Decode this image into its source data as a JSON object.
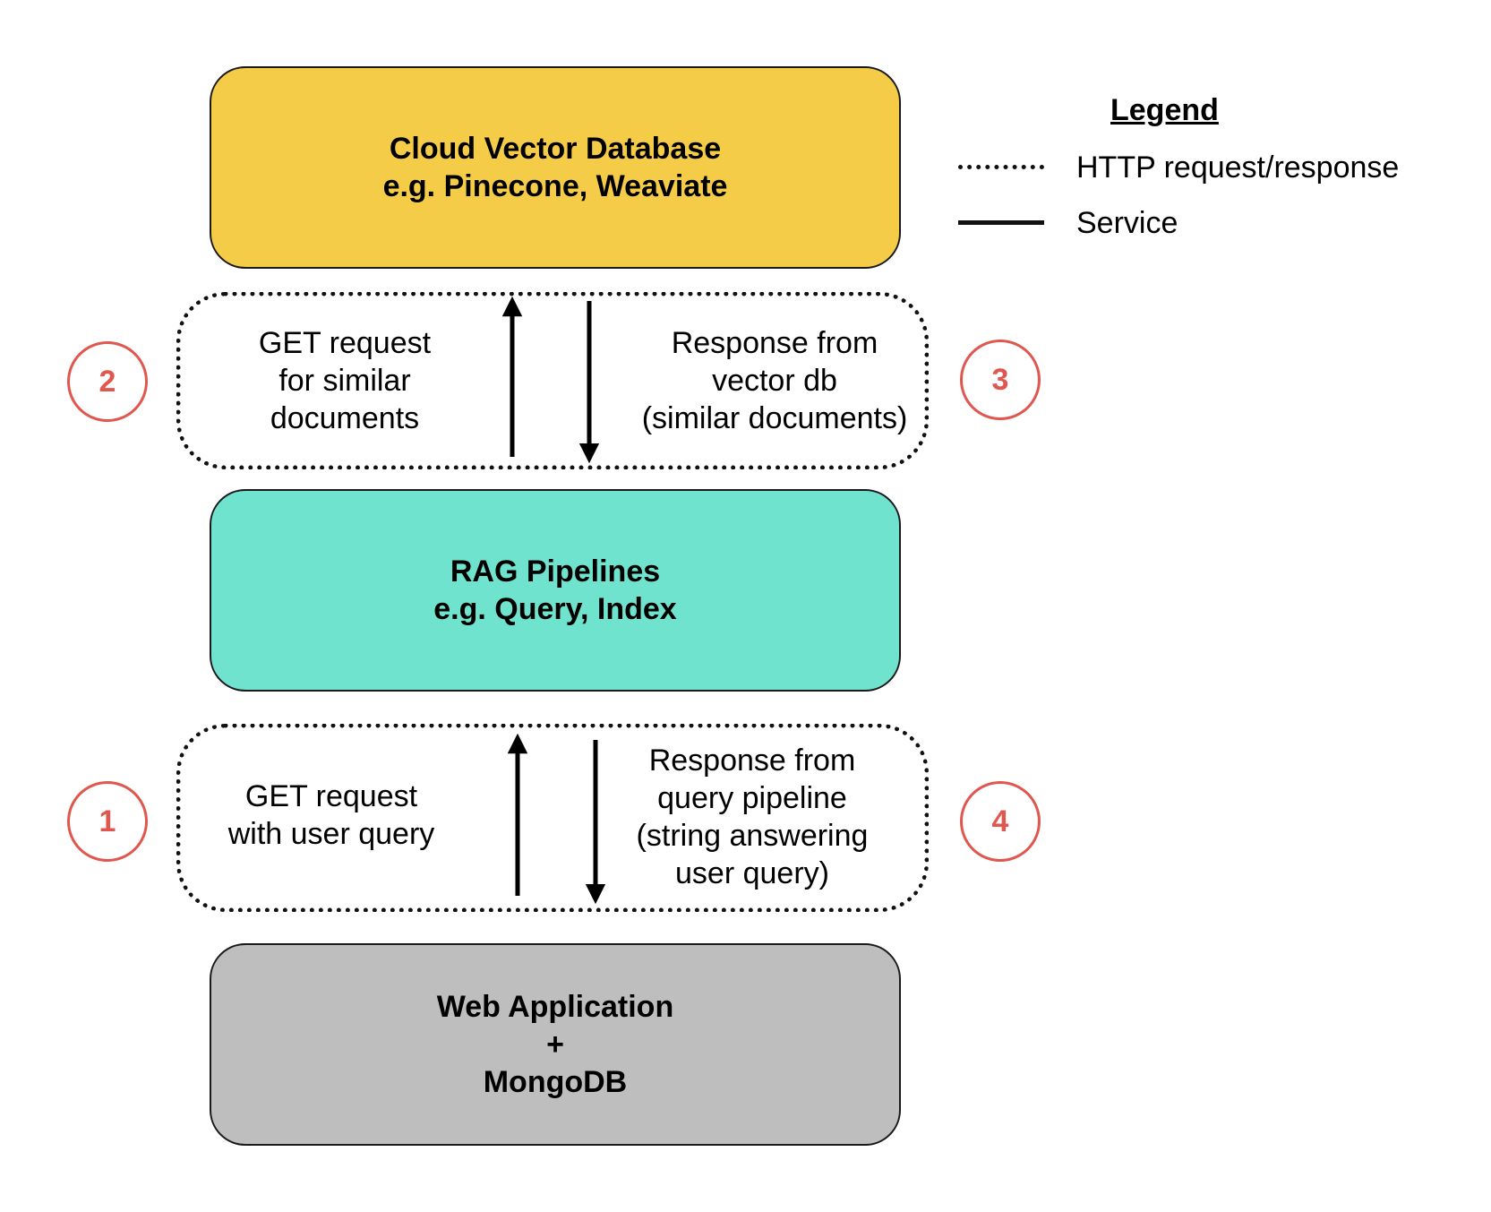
{
  "boxes": {
    "vector_db": {
      "line1": "Cloud Vector Database",
      "line2": "e.g. Pinecone, Weaviate",
      "color": "#f5cc47"
    },
    "rag": {
      "line1": "RAG Pipelines",
      "line2": "e.g. Query, Index",
      "color": "#6fe3cd"
    },
    "web": {
      "line1": "Web Application",
      "line2": "+",
      "line3": "MongoDB",
      "color": "#bebebe"
    }
  },
  "flows": {
    "top": {
      "left_text": [
        "GET request",
        "for similar",
        "documents"
      ],
      "right_text": [
        "Response from",
        "vector db",
        "(similar documents)"
      ]
    },
    "bottom": {
      "left_text": [
        "GET request",
        "with user query"
      ],
      "right_text": [
        "Response from",
        "query pipeline",
        "(string answering",
        "user query)"
      ]
    }
  },
  "steps": {
    "s1": "1",
    "s2": "2",
    "s3": "3",
    "s4": "4",
    "color": "#e0574f"
  },
  "legend": {
    "title": "Legend",
    "http_label": "HTTP request/response",
    "service_label": "Service"
  }
}
